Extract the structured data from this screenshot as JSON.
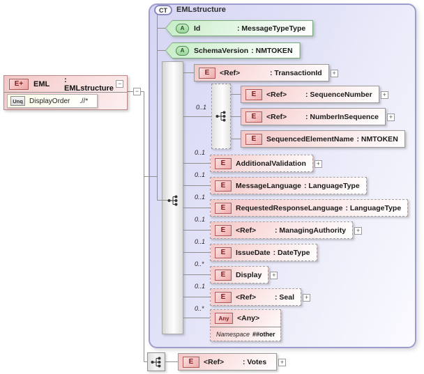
{
  "colors": {
    "element_fill": "#f5c6c6",
    "attribute_fill": "#c6ecc6",
    "container_fill": "#d6d6f4",
    "container_border": "#9c9ccd",
    "badge_red_border": "#b25555",
    "connector": "#8f8f8f"
  },
  "glyphs": {
    "plus": "+",
    "minus": "−"
  },
  "root_element": {
    "icon": "E+",
    "name": "EML",
    "type": ": EMLstructure",
    "unique_constraint": {
      "icon": "Unq",
      "name": "DisplayOrder",
      "selector": ".//*"
    }
  },
  "complex_type": {
    "icon": "CT",
    "title": "EMLstructure",
    "attributes": [
      {
        "icon": "A",
        "name": "Id",
        "type": ": MessageTypeType"
      },
      {
        "icon": "A",
        "name": "SchemaVersion",
        "type": ": NMTOKEN"
      }
    ],
    "sequence": {
      "children": [
        {
          "icon": "E",
          "name": "<Ref>",
          "type": ": TransactionId",
          "expandable": true
        },
        {
          "kind": "sequence-group",
          "cardinality": "0..1",
          "children": [
            {
              "icon": "E",
              "name": "<Ref>",
              "type": ": SequenceNumber",
              "expandable": true
            },
            {
              "icon": "E",
              "name": "<Ref>",
              "type": ": NumberInSequence",
              "expandable": true
            },
            {
              "icon": "E",
              "name": "SequencedElementName",
              "type": ": NMTOKEN"
            }
          ]
        },
        {
          "icon": "E",
          "cardinality": "0..1",
          "name": "AdditionalValidation",
          "type": "",
          "expandable": true
        },
        {
          "icon": "E",
          "cardinality": "0..1",
          "name": "MessageLanguage",
          "type": ": LanguageType"
        },
        {
          "icon": "E",
          "cardinality": "0..1",
          "name": "RequestedResponseLanguage",
          "type": ": LanguageType"
        },
        {
          "icon": "E",
          "cardinality": "0..1",
          "name": "<Ref>",
          "type": ": ManagingAuthority",
          "expandable": true
        },
        {
          "icon": "E",
          "cardinality": "0..1",
          "name": "IssueDate",
          "type": ": DateType"
        },
        {
          "icon": "E",
          "cardinality": "0..*",
          "name": "Display",
          "expandable": true
        },
        {
          "icon": "E",
          "cardinality": "0..1",
          "name": "<Ref>",
          "type": ": Seal",
          "expandable": true
        },
        {
          "icon": "Any",
          "cardinality": "0..*",
          "name": "<Any>",
          "namespace_label": "Namespace",
          "namespace_value": "##other"
        }
      ]
    }
  },
  "votes_sequence": {
    "element": {
      "icon": "E",
      "name": "<Ref>",
      "type": ": Votes",
      "expandable": true
    }
  }
}
